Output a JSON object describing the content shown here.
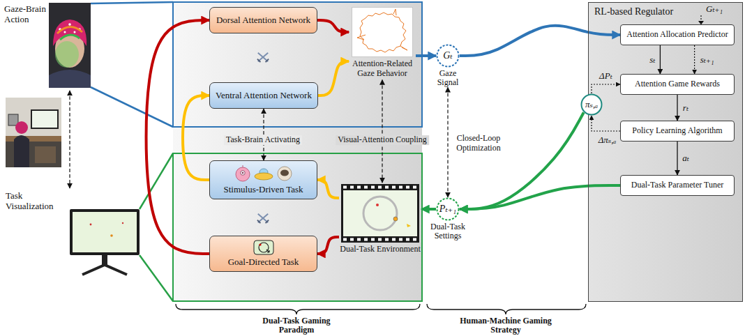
{
  "diagram": {
    "nodes": [
      {
        "text": [
          "Gaze-Brain Action"
        ]
      },
      {
        "text": [
          "Task Visualization"
        ]
      },
      {
        "text": [
          "Dorsal Attention Network"
        ]
      },
      {
        "text": [
          "Ventral Attention Network"
        ]
      },
      {
        "text": [
          "Attention-Related Gaze Behavior"
        ]
      },
      {
        "text": [
          "Stimulus-Driven Task"
        ]
      },
      {
        "text": [
          "Goal-Directed Task"
        ]
      },
      {
        "text": [
          "Dual-Task Environment"
        ]
      },
      {
        "text": [
          "Gₜ",
          "Gaze Signal"
        ]
      },
      {
        "text": [
          "Pₜ₊₁",
          "Dual-Task Settings"
        ]
      },
      {
        "text": [
          "RL-based Regulator"
        ]
      },
      {
        "text": [
          "Attention Allocation Predictor"
        ],
        "in": 10
      },
      {
        "text": [
          "Attention Game Rewards"
        ],
        "in": 10
      },
      {
        "text": [
          "Policy Learning Algorithm"
        ],
        "in": 10
      },
      {
        "text": [
          "Dual-Task Parameter Tuner"
        ],
        "in": 10
      },
      {
        "text": [
          "πₛ,ₐ"
        ]
      }
    ],
    "edges": [
      {
        "from": 2,
        "to": 4,
        "arrow": "to"
      },
      {
        "from": 3,
        "to": 4,
        "arrow": "to"
      },
      {
        "from": 4,
        "to": 8,
        "arrow": "to"
      },
      {
        "from": 8,
        "to": 11,
        "arrow": "to"
      },
      {
        "from": 11,
        "to": 12,
        "label": "sₜ",
        "arrow": "to"
      },
      {
        "from": 11,
        "to": 12,
        "label": "sₜ₊₁",
        "arrow": "to"
      },
      {
        "from": 12,
        "to": 13,
        "label": "rₜ",
        "arrow": "to"
      },
      {
        "from": 13,
        "to": 14,
        "label": "aₜ",
        "arrow": "to"
      },
      {
        "from": 15,
        "to": 12,
        "label": "ΔPₜ",
        "arrow": "to"
      },
      {
        "from": 13,
        "to": 15,
        "label": "Δπₛ,ₐ",
        "arrow": "to"
      },
      {
        "from": 15,
        "to": 9,
        "arrow": "to"
      },
      {
        "from": 14,
        "to": 9,
        "arrow": "to"
      },
      {
        "from": 9,
        "to": 7,
        "arrow": "to"
      },
      {
        "from": 7,
        "to": 5,
        "arrow": "to"
      },
      {
        "from": 7,
        "to": 6,
        "arrow": "to"
      },
      {
        "from": 5,
        "to": 3,
        "arrow": "to"
      },
      {
        "from": 6,
        "to": 2,
        "arrow": "to"
      },
      {
        "from": 3,
        "to": 5,
        "label": "Task-Brain Activating",
        "arrow": "both"
      },
      {
        "from": 4,
        "to": 7,
        "label": "Visual-Attention Coupling",
        "arrow": "both"
      },
      {
        "from": 8,
        "to": 9,
        "label": "Closed-Loop Optimization",
        "arrow": "both"
      },
      {
        "from": 0,
        "to": 1,
        "arrow": "both"
      }
    ],
    "labels": [
      "Gₜ₊₁",
      "Dual-Task Gaming Paradigm",
      "Human-Machine Gaming Strategy"
    ]
  }
}
